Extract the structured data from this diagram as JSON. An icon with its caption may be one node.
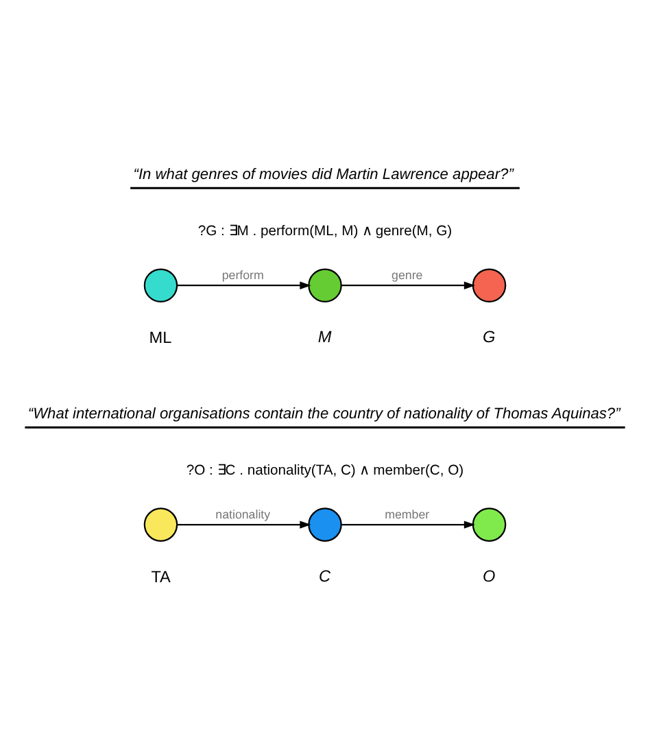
{
  "diagram": {
    "nodes": [
      {
        "text": [],
        "shape": "circle",
        "beside": [
          "ML"
        ]
      },
      {
        "text": [],
        "shape": "circle",
        "beside": [
          "M"
        ]
      },
      {
        "text": [],
        "shape": "circle",
        "beside": [
          "G"
        ]
      },
      {
        "text": [],
        "shape": "circle",
        "beside": [
          "TA"
        ]
      },
      {
        "text": [],
        "shape": "circle",
        "beside": [
          "C"
        ]
      },
      {
        "text": [],
        "shape": "circle",
        "beside": [
          "O"
        ]
      }
    ],
    "edges": [
      {
        "from": 0,
        "to": 1,
        "arrow": "to",
        "label": "perform"
      },
      {
        "from": 1,
        "to": 2,
        "arrow": "to",
        "label": "genre"
      },
      {
        "from": 3,
        "to": 4,
        "arrow": "to",
        "label": "nationality"
      },
      {
        "from": 4,
        "to": 5,
        "arrow": "to",
        "label": "member"
      }
    ],
    "labels": [
      "“In what genres of movies did Martin Lawrence appear?”",
      "?G : ∃M . perform(ML, M) ∧ genre(M, G)",
      "“What international organisations contain the country of nationality of Thomas Aquinas?”",
      "?O : ∃C . nationality(TA, C) ∧ member(C, O)"
    ]
  }
}
